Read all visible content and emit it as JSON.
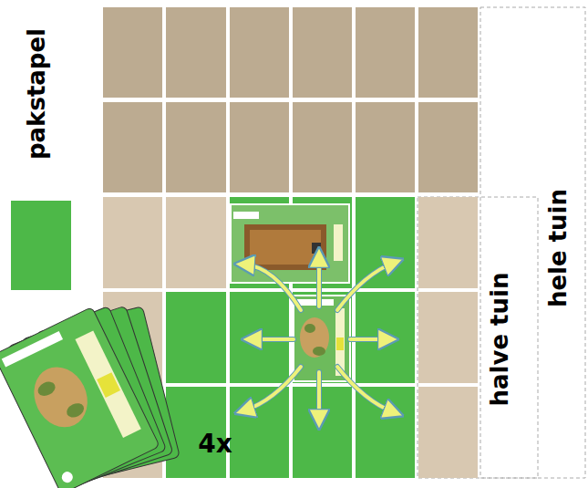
{
  "diagram": {
    "labels": [
      "pakstapel",
      "4x",
      "halve tuin",
      "hele tuin"
    ]
  }
}
